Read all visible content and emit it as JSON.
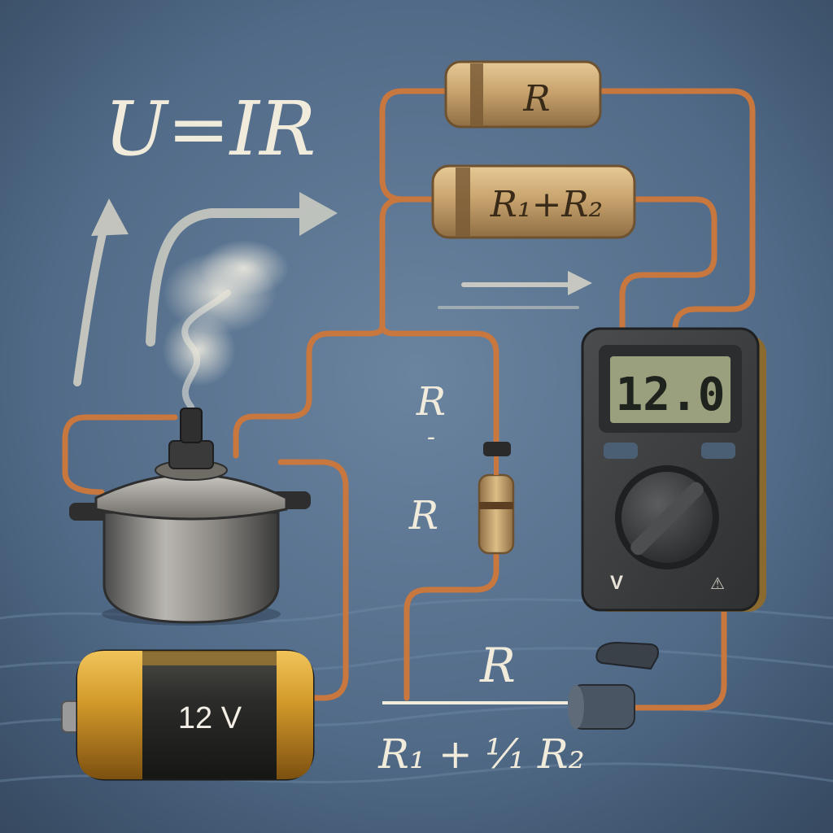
{
  "formula": "U=IR",
  "resistor_top_label": "R",
  "resistor_series_label": "R₁+R₂",
  "middle_label_top": "R",
  "middle_label_dash": "-",
  "middle_label_bottom": "R",
  "fraction": {
    "numerator": "R",
    "denominator": "R₁ + ¹⁄₁ R₂"
  },
  "battery_label": "12 V",
  "meter": {
    "display": "12.0",
    "mode_label": "V",
    "warning_symbol": "⚠"
  },
  "colors": {
    "background": "#4e6884",
    "wire": "#c8773f",
    "resistor_body": "#c9a46e",
    "text_light": "#efe9d8",
    "meter_body": "#3e4042",
    "lcd": "#9aa07e"
  }
}
